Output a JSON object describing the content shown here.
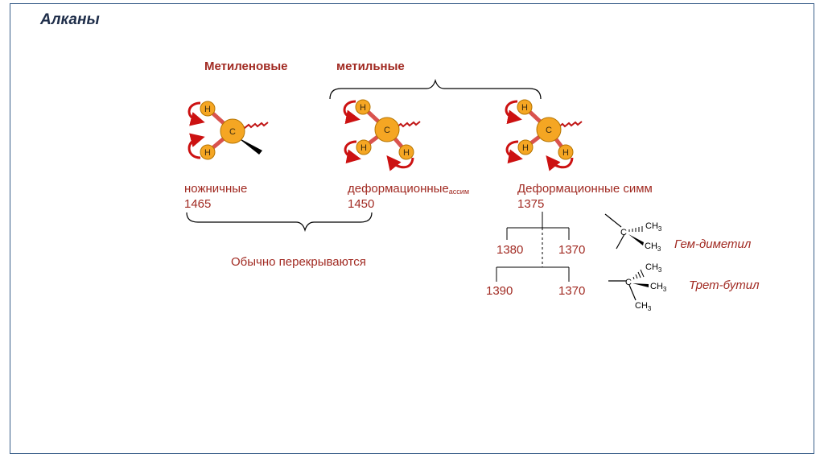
{
  "title": "Алканы",
  "headers": {
    "methylene": "Метиленовые",
    "methyl": "метильные"
  },
  "modes": {
    "scissor": {
      "label": "ножничные",
      "value": "1465"
    },
    "asym": {
      "label": "деформационные",
      "label_sub": "ассим",
      "value": "1450"
    },
    "sym": {
      "label": "Деформационные симм",
      "value": "1375"
    }
  },
  "overlap_note": "Обычно перекрываются",
  "splits": {
    "gem": {
      "left": "1380",
      "right": "1370",
      "name": "Гем-диметил"
    },
    "tert": {
      "left": "1390",
      "right": "1370",
      "name": "Трет-бутил"
    }
  },
  "atoms": {
    "carbon": "C",
    "hydrogen": "H"
  },
  "chem": {
    "group": "CH",
    "sub": "3"
  },
  "colors": {
    "text": "#a12a22",
    "atom_fill": "#f5a623",
    "bond": "#d9534f",
    "arrow": "#cc1111",
    "frame": "#3a5f8a"
  }
}
